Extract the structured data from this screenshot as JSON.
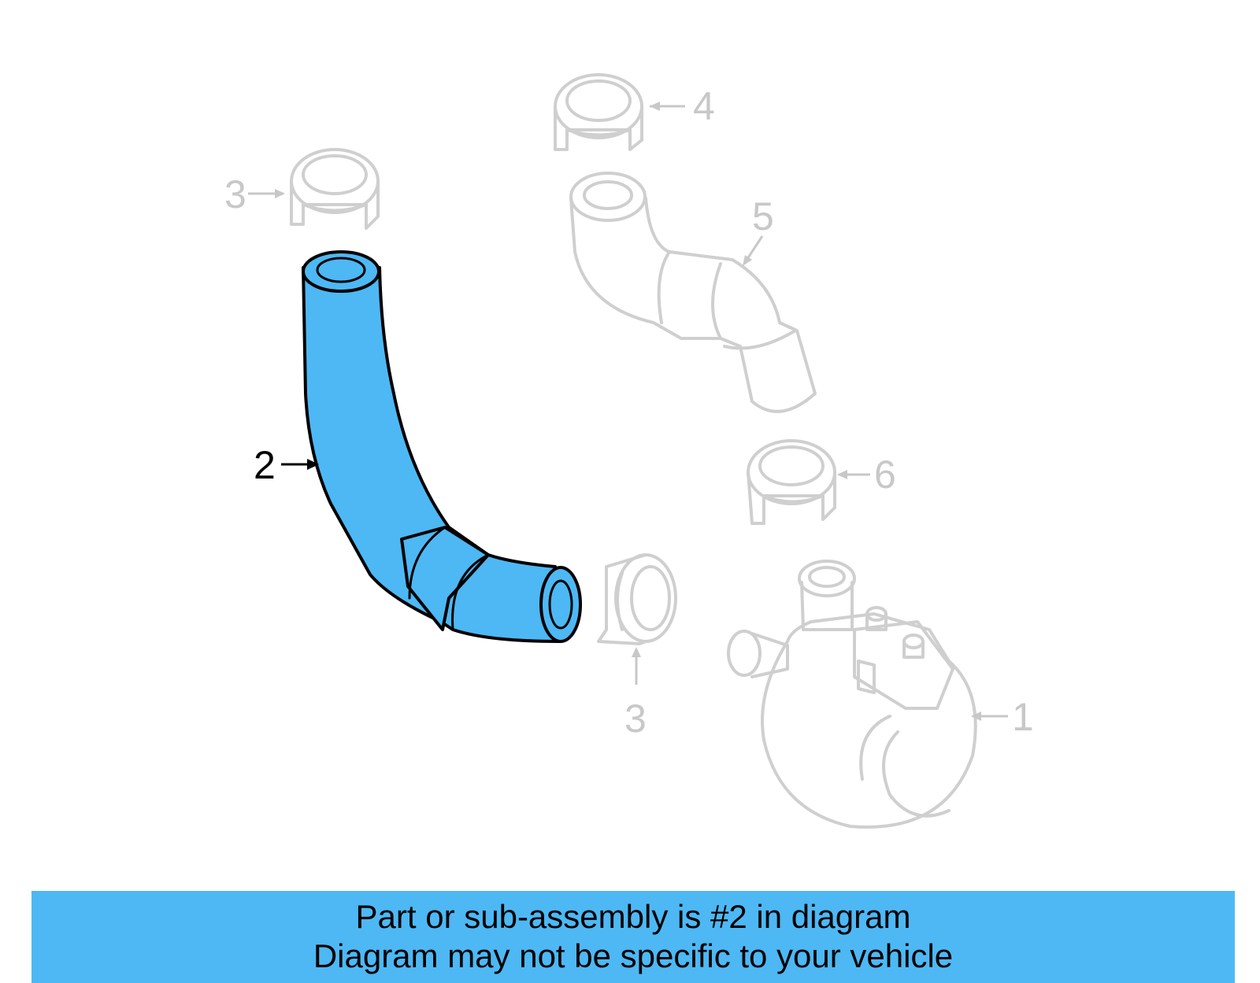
{
  "diagram": {
    "highlight_color": "#4db8f4",
    "ghost_color": "#c8c8c8",
    "callouts": [
      {
        "id": "callout-1",
        "label": "1"
      },
      {
        "id": "callout-2",
        "label": "2"
      },
      {
        "id": "callout-3-top",
        "label": "3"
      },
      {
        "id": "callout-3-bottom",
        "label": "3"
      },
      {
        "id": "callout-4",
        "label": "4"
      },
      {
        "id": "callout-5",
        "label": "5"
      },
      {
        "id": "callout-6",
        "label": "6"
      }
    ],
    "highlighted_part": "2"
  },
  "banner": {
    "line1": "Part or sub-assembly is #2 in diagram",
    "line2": "Diagram may not be specific to your vehicle"
  }
}
